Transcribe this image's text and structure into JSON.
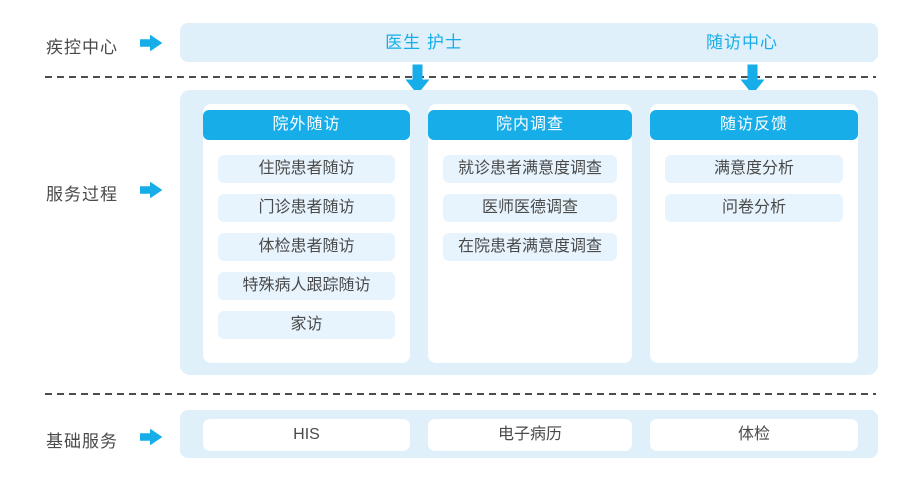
{
  "colors": {
    "accent": "#16ade8",
    "lane_bar_bg": "#e0f0fa",
    "item_chip_bg": "#e7f4fd",
    "text_dark": "#4a4a4a",
    "header_text": "#ffffff",
    "dash_line": "#4d4d4d"
  },
  "lanes": {
    "top": {
      "label": "疾控中心"
    },
    "middle": {
      "label": "服务过程"
    },
    "bottom": {
      "label": "基础服务"
    }
  },
  "top_bar": {
    "roles": [
      {
        "label": "医生 护士"
      },
      {
        "label": "随访中心"
      }
    ]
  },
  "process": {
    "columns": [
      {
        "header": "院外随访",
        "items": [
          "住院患者随访",
          "门诊患者随访",
          "体检患者随访",
          "特殊病人跟踪随访",
          "家访"
        ]
      },
      {
        "header": "院内调查",
        "items": [
          "就诊患者满意度调查",
          "医师医德调查",
          "在院患者满意度调查"
        ]
      },
      {
        "header": "随访反馈",
        "items": [
          "满意度分析",
          "问卷分析"
        ]
      }
    ]
  },
  "base": {
    "services": [
      {
        "label": "HIS"
      },
      {
        "label": "电子病历"
      },
      {
        "label": "体检"
      }
    ]
  }
}
